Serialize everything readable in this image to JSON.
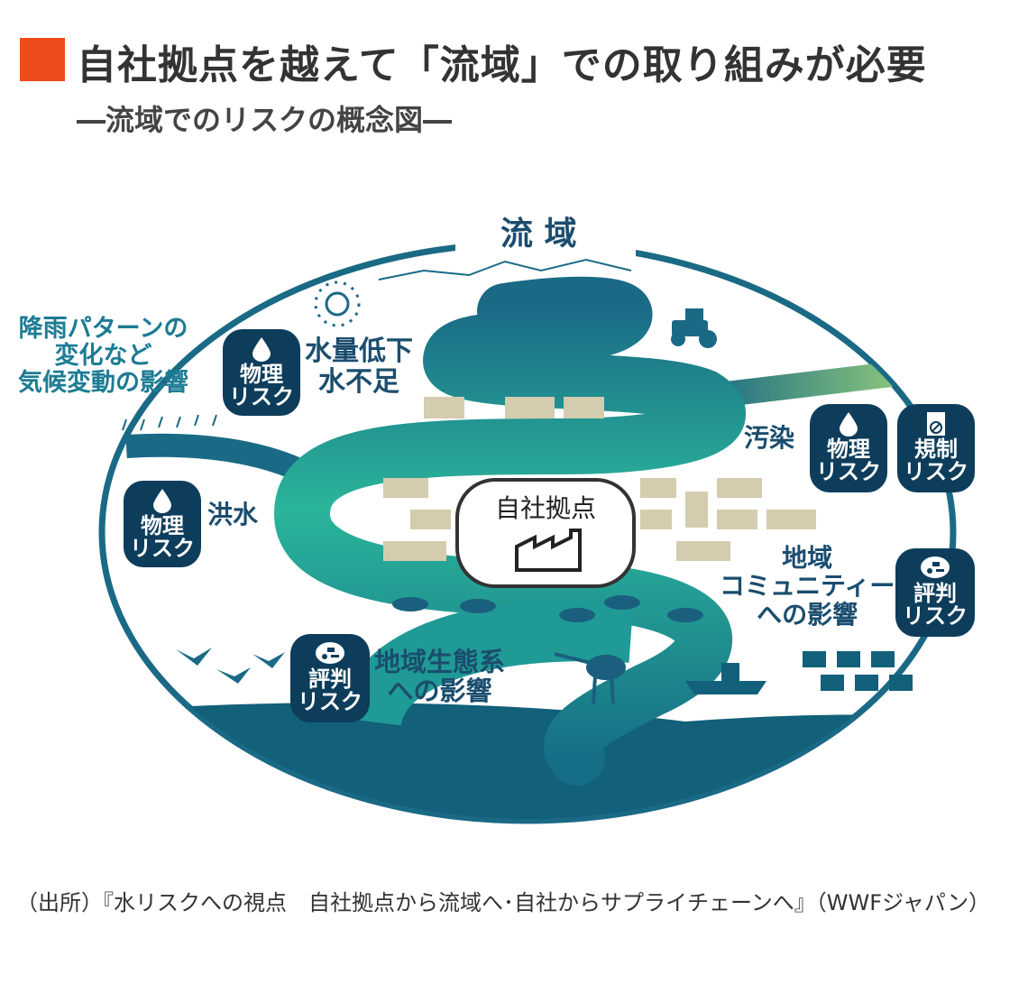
{
  "title": "自社拠点を越えて「流域」での取り組みが必要",
  "subtitle": "―流域でのリスクの概念図―",
  "diagram": {
    "basin_label": "流 域",
    "headquarters_label": "自社拠点",
    "labels": {
      "climate": [
        "降雨パターンの",
        "変化など",
        "気候変動の影響"
      ],
      "water_shortage": [
        "水量低下",
        "水不足"
      ],
      "flood": "洪水",
      "pollution": "汚染",
      "community": [
        "地域",
        "コミュニティー",
        "への影響"
      ],
      "ecosystem": [
        "地域生態系",
        "への影響"
      ]
    },
    "badges": {
      "physical_1": [
        "物理",
        "リスク"
      ],
      "physical_2": [
        "物理",
        "リスク"
      ],
      "physical_3": [
        "物理",
        "リスク"
      ],
      "regulatory": [
        "規制",
        "リスク"
      ],
      "reputation_1": [
        "評判",
        "リスク"
      ],
      "reputation_2": [
        "評判",
        "リスク"
      ]
    },
    "colors": {
      "accent": "#ee4a1a",
      "navy": "#0d3d5b",
      "teal": "#1c7c94",
      "river_green": "#2ab59a",
      "factory": "#d4ccae"
    }
  },
  "source": "（出所）『水リスクへの視点　自社拠点から流域へ･自社からサプライチェーンへ』（WWFジャパン）"
}
